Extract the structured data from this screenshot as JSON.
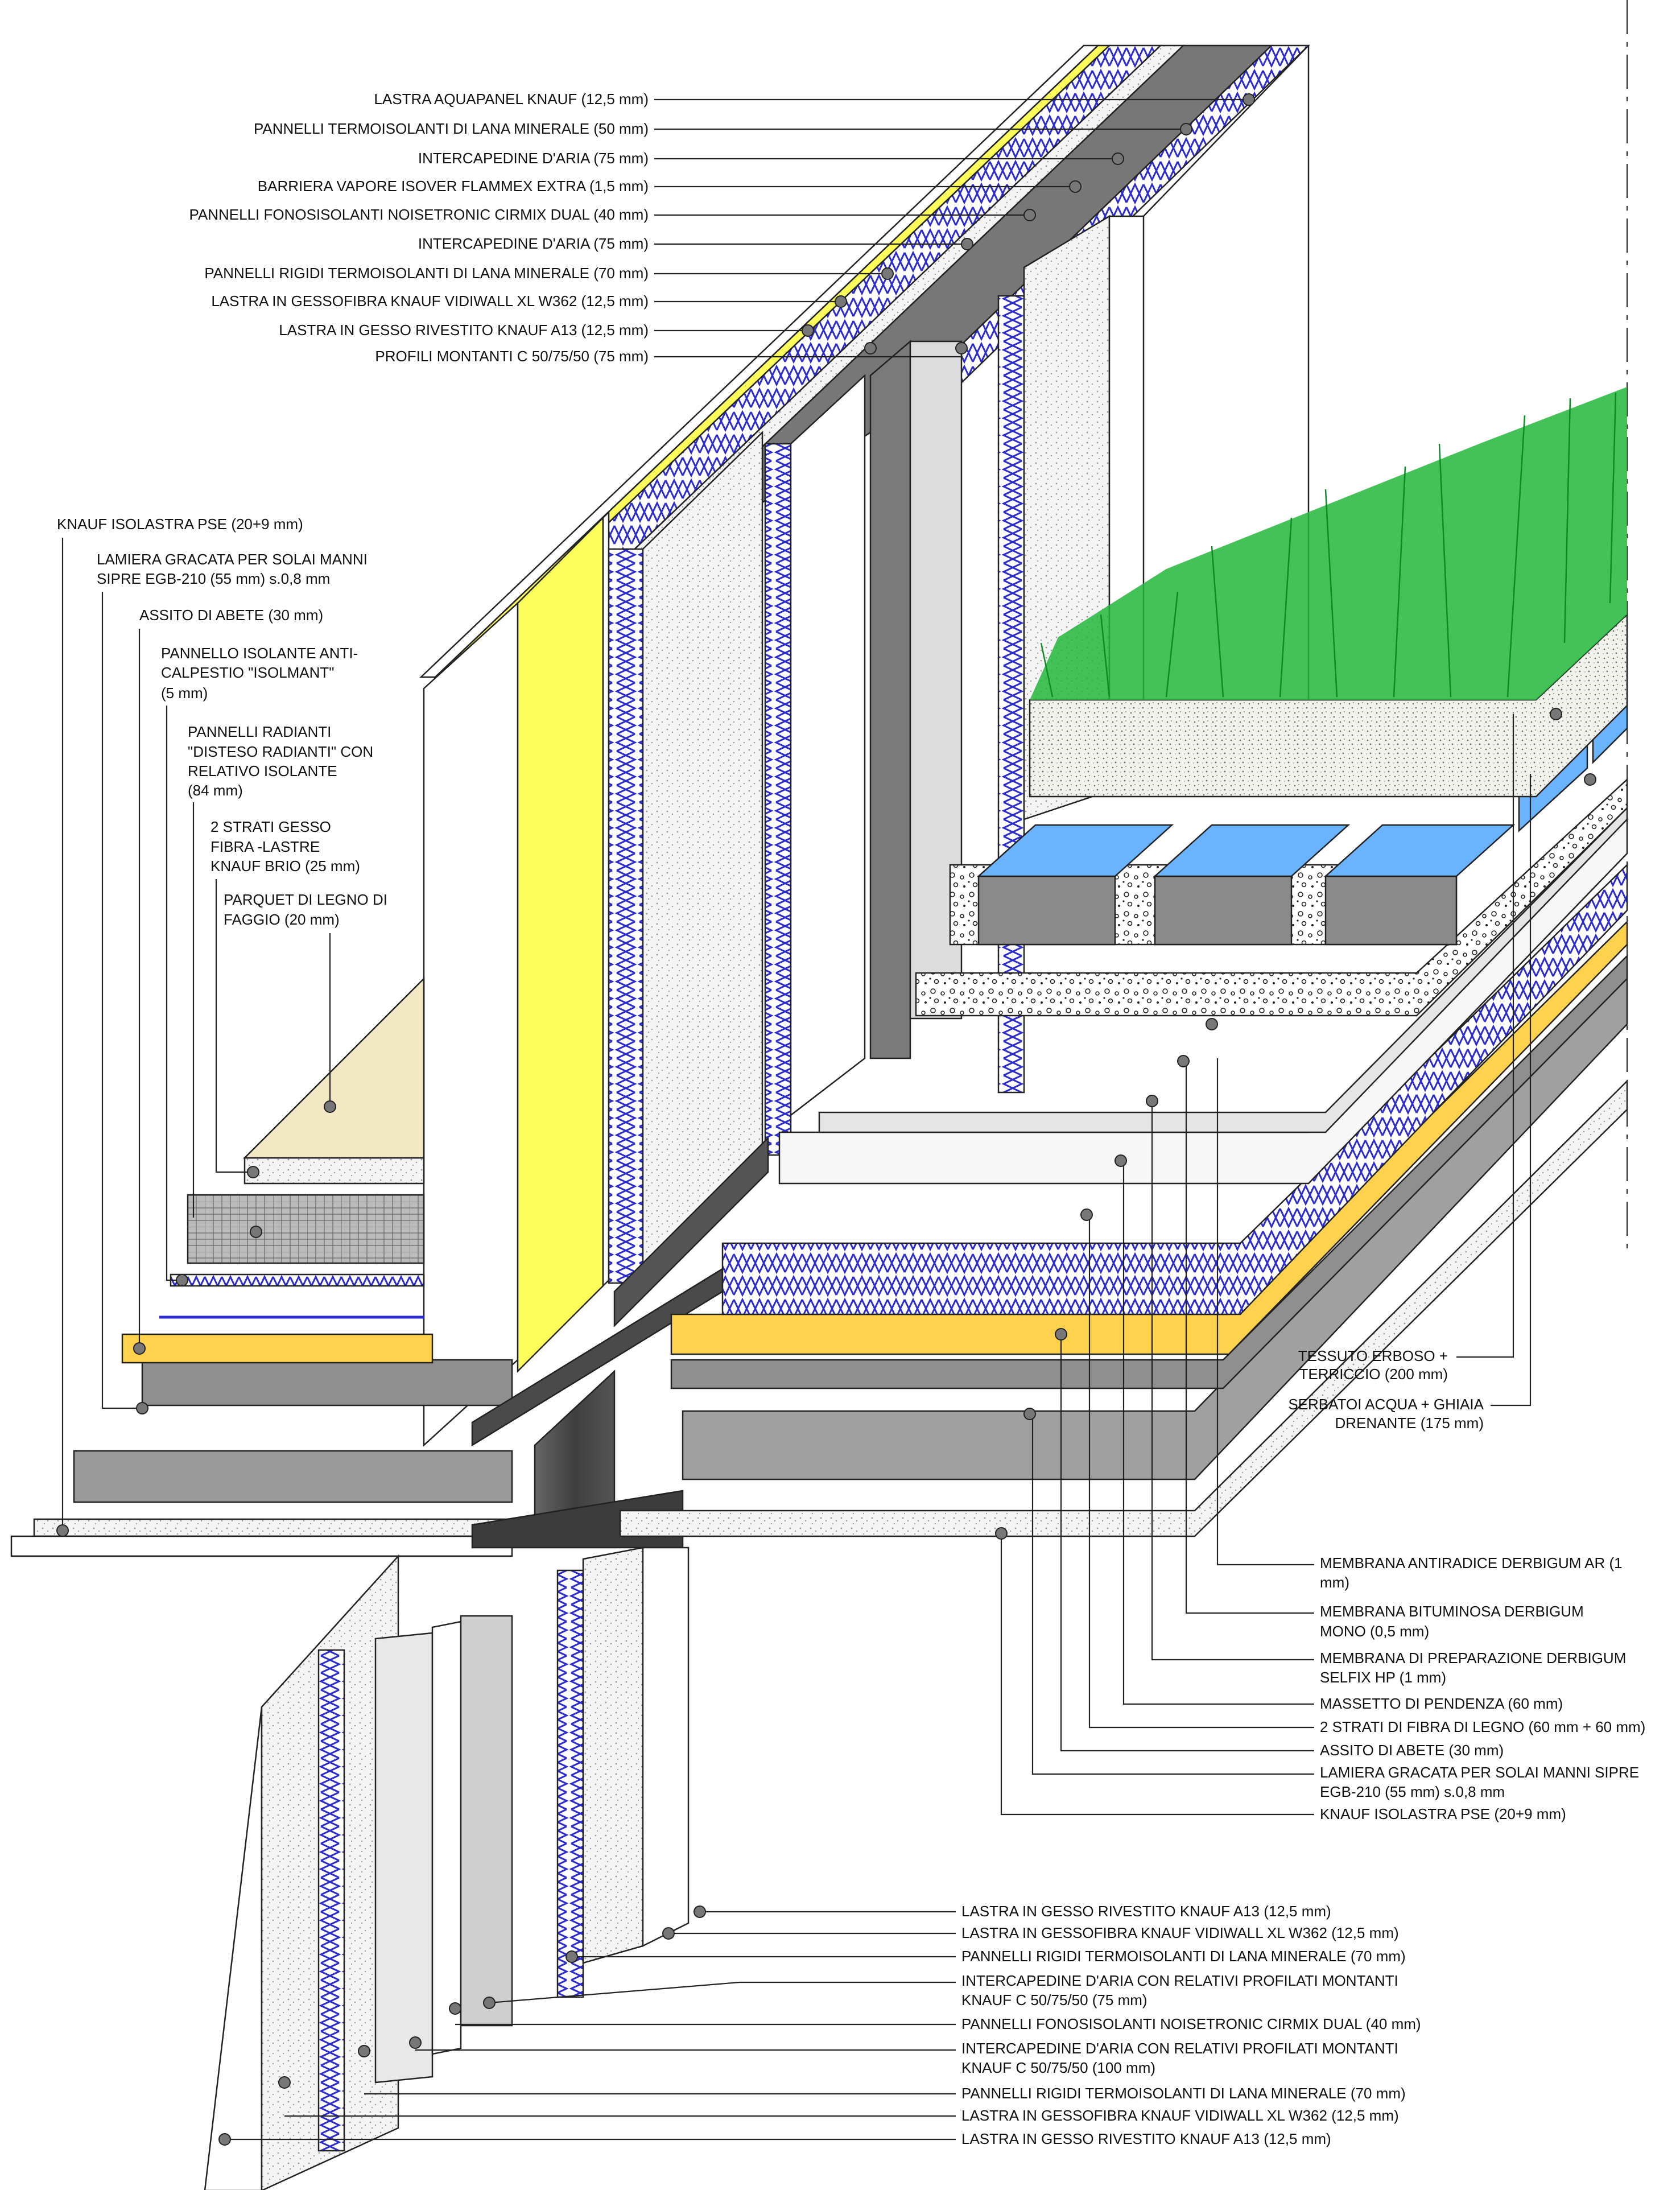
{
  "colors": {
    "grass": "#22b83a",
    "insulation_blue": "#2b2bd0",
    "yellow_board": "#fcfc5a",
    "orange_deck": "#ffd24d",
    "steel": "#4a4a4a",
    "water_tank": "#6ab4ff",
    "parquet": "#f2e8c4"
  },
  "labels_top": [
    "LASTRA AQUAPANEL KNAUF (12,5 mm)",
    "PANNELLI TERMOISOLANTI DI LANA MINERALE (50 mm)",
    "INTERCAPEDINE D'ARIA (75 mm)",
    "BARRIERA VAPORE ISOVER FLAMMEX EXTRA (1,5 mm)",
    "PANNELLI FONOSISOLANTI NOISETRONIC CIRMIX DUAL (40 mm)",
    "INTERCAPEDINE D'ARIA (75 mm)",
    "PANNELLI RIGIDI TERMOISOLANTI DI LANA MINERALE (70 mm)",
    "LASTRA IN GESSOFIBRA KNAUF VIDIWALL XL W362 (12,5 mm)",
    "LASTRA IN GESSO RIVESTITO KNAUF A13 (12,5 mm)",
    "PROFILI MONTANTI C 50/75/50 (75 mm)"
  ],
  "labels_left": [
    [
      "KNAUF ISOLASTRA PSE  (20+9 mm)"
    ],
    [
      "LAMIERA GRACATA PER SOLAI MANNI",
      "SIPRE  EGB-210 (55 mm) s.0,8 mm"
    ],
    [
      "ASSITO DI ABETE (30 mm)"
    ],
    [
      "PANNELLO ISOLANTE ANTI-",
      "CALPESTIO \"ISOLMANT\"",
      "(5 mm)"
    ],
    [
      "PANNELLI RADIANTI",
      "\"DISTESO RADIANTI\" CON",
      "RELATIVO ISOLANTE",
      "(84 mm)"
    ],
    [
      "2 STRATI GESSO",
      "FIBRA -LASTRE",
      "KNAUF BRIO (25 mm)"
    ],
    [
      "PARQUET DI LEGNO DI",
      "FAGGIO (20 mm)"
    ]
  ],
  "labels_right_upper": [
    [
      "TESSUTO ERBOSO +",
      "TERRICCIO (200 mm)"
    ],
    [
      "SERBATOI ACQUA + GHIAIA",
      "DRENANTE (175 mm)"
    ]
  ],
  "labels_right_mid": [
    [
      "MEMBRANA ANTIRADICE DERBIGUM AR (1",
      "mm)"
    ],
    [
      "MEMBRANA BITUMINOSA DERBIGUM",
      "MONO (0,5 mm)"
    ],
    [
      "MEMBRANA DI PREPARAZIONE DERBIGUM",
      "SELFIX HP (1 mm)"
    ],
    [
      "MASSETTO DI PENDENZA (60 mm)"
    ],
    [
      "2 STRATI DI FIBRA DI LEGNO (60 mm + 60 mm)"
    ],
    [
      "ASSITO DI ABETE (30 mm)"
    ],
    [
      "LAMIERA GRACATA PER SOLAI MANNI SIPRE",
      "EGB-210 (55 mm) s.0,8 mm"
    ],
    [
      "KNAUF ISOLASTRA PSE  (20+9 mm)"
    ]
  ],
  "labels_bottom": [
    [
      "LASTRA IN GESSO RIVESTITO KNAUF A13 (12,5 mm)"
    ],
    [
      "LASTRA IN GESSOFIBRA KNAUF VIDIWALL XL W362 (12,5 mm)"
    ],
    [
      "PANNELLI RIGIDI TERMOISOLANTI DI LANA MINERALE (70 mm)"
    ],
    [
      "INTERCAPEDINE D'ARIA CON RELATIVI PROFILATI MONTANTI",
      "KNAUF C 50/75/50 (75 mm)"
    ],
    [
      "PANNELLI FONOSISOLANTI NOISETRONIC CIRMIX DUAL (40 mm)"
    ],
    [
      "INTERCAPEDINE D'ARIA CON RELATIVI PROFILATI MONTANTI",
      "KNAUF C 50/75/50 (100 mm)"
    ],
    [
      "PANNELLI RIGIDI TERMOISOLANTI DI LANA MINERALE (70 mm)"
    ],
    [
      "LASTRA IN GESSOFIBRA KNAUF VIDIWALL XL W362 (12,5 mm)"
    ],
    [
      "LASTRA IN GESSO RIVESTITO KNAUF A13 (12,5 mm)"
    ]
  ]
}
